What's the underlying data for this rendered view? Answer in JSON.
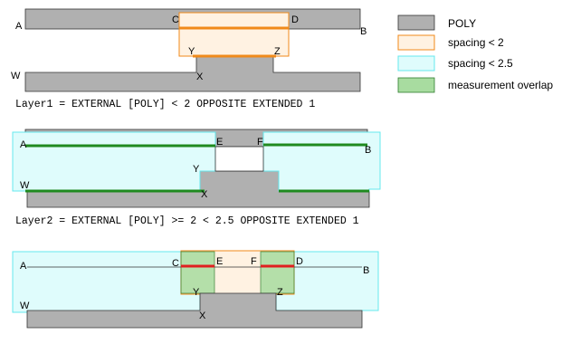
{
  "legend": [
    {
      "label": "POLY",
      "color": "#b0b0b0"
    },
    {
      "label": "spacing < 2",
      "color": "#f08a1a"
    },
    {
      "label": "spacing < 2.5",
      "color": "#64e8ee"
    },
    {
      "label": "measurement overlap",
      "color": "#a8dca0"
    }
  ],
  "captions": {
    "layer1": "Layer1 = EXTERNAL [POLY] < 2 OPPOSITE EXTENDED 1",
    "layer2": "Layer2 = EXTERNAL [POLY] >= 2 < 2.5 OPPOSITE EXTENDED 1"
  },
  "points": {
    "A": "A",
    "B": "B",
    "C": "C",
    "D": "D",
    "E": "E",
    "F": "F",
    "W": "W",
    "X": "X",
    "Y": "Y",
    "Z": "Z"
  },
  "colors": {
    "poly": "#b0b0b0",
    "orange_edge": "#f08a1a",
    "green_edge": "#1f8a1f",
    "red_edge": "#e02020",
    "cyan_edge": "#64e8ee"
  }
}
